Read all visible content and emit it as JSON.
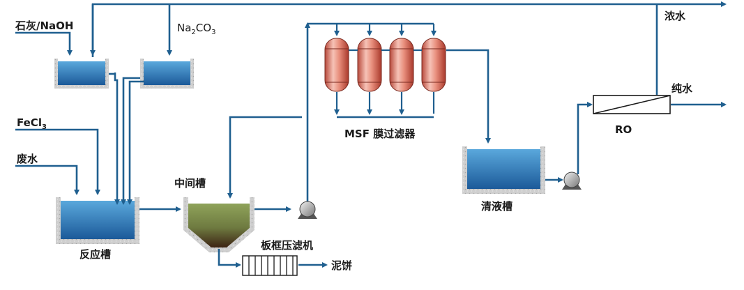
{
  "labels": {
    "lime_naoh": "石灰/NaOH",
    "na2co3_main": "Na",
    "na2co3_sub": "2",
    "na2co3_tail": "CO",
    "na2co3_sub2": "3",
    "fecl3_main": "FeCl",
    "fecl3_sub": "3",
    "wastewater": "废水",
    "reaction_tank": "反应槽",
    "intermediate_tank": "中间槽",
    "filter_press": "板框压滤机",
    "sludge_cake": "泥饼",
    "msf_filter": "MSF 膜过滤器",
    "clear_tank": "清液槽",
    "ro": "RO",
    "concentrate": "浓水",
    "pure_water": "纯水"
  },
  "colors": {
    "pipe": "#1f5f8f",
    "water_top": "#4f9fd6",
    "water_bottom": "#1c5a99",
    "tank_wall": "#c9c9c9",
    "sludge_top": "#8fa35a",
    "sludge_bottom": "#4a2c1a",
    "membrane": "#e07a6a"
  },
  "icons": [
    "pump-icon",
    "membrane-vessel-icon",
    "ro-module-icon",
    "filter-press-icon"
  ]
}
